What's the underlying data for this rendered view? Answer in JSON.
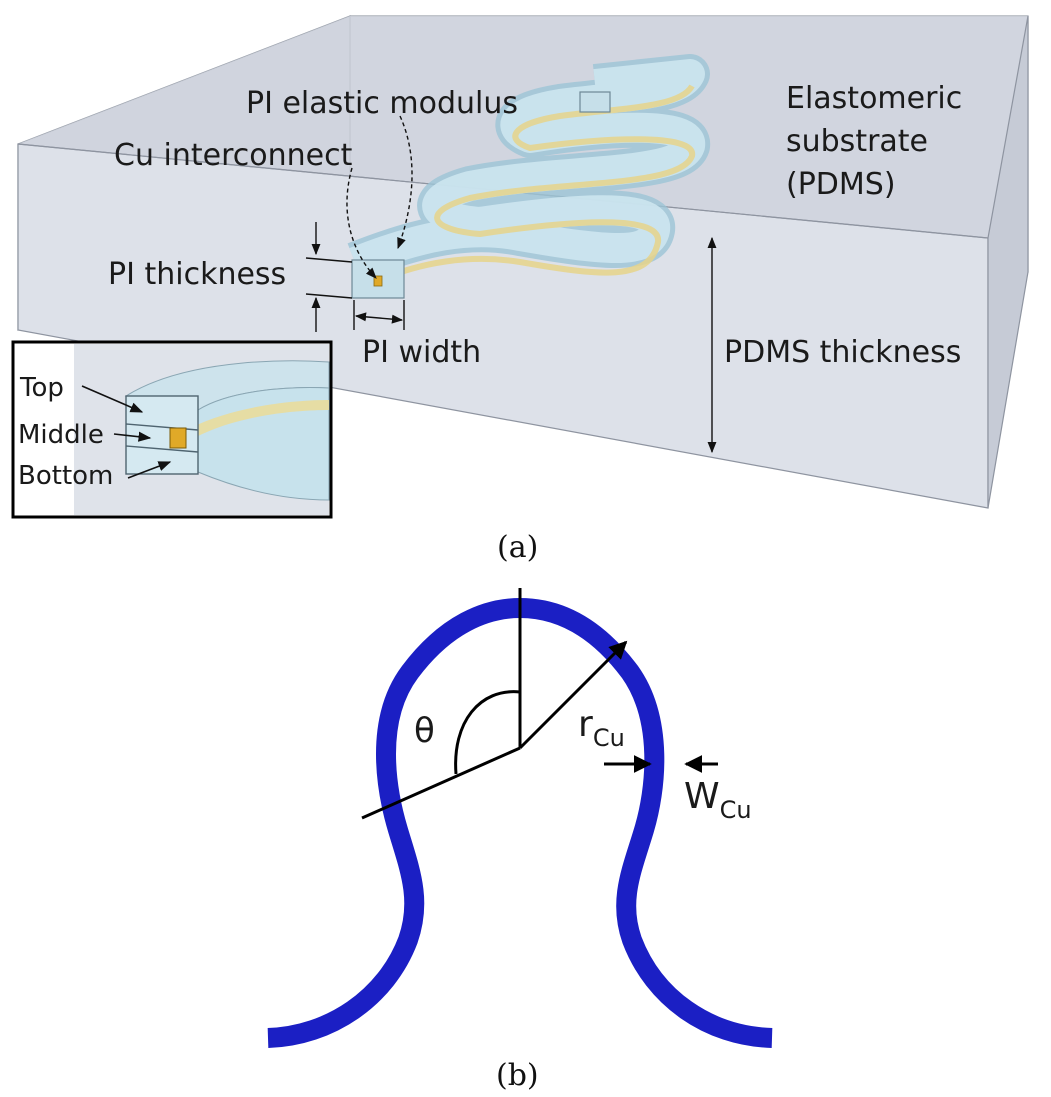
{
  "panel_a": {
    "labels": {
      "pi_elastic_modulus": "PI elastic modulus",
      "cu_interconnect": "Cu interconnect",
      "elastomeric_1": "Elastomeric",
      "elastomeric_2": "substrate",
      "elastomeric_3": "(PDMS)",
      "pi_thickness": "PI thickness",
      "pi_width": "PI width",
      "pdms_thickness": "PDMS thickness"
    },
    "inset": {
      "top": "Top",
      "middle": "Middle",
      "bottom": "Bottom"
    },
    "caption": "(a)"
  },
  "panel_b": {
    "theta": "θ",
    "r_main": "r",
    "r_sub": "Cu",
    "w_main": "W",
    "w_sub": "Cu",
    "caption": "(b)"
  },
  "colors": {
    "trace": "#1b1fc4",
    "pdms": "#d9dde6",
    "pi": "#bcd9e6",
    "cu": "#e0a928"
  }
}
